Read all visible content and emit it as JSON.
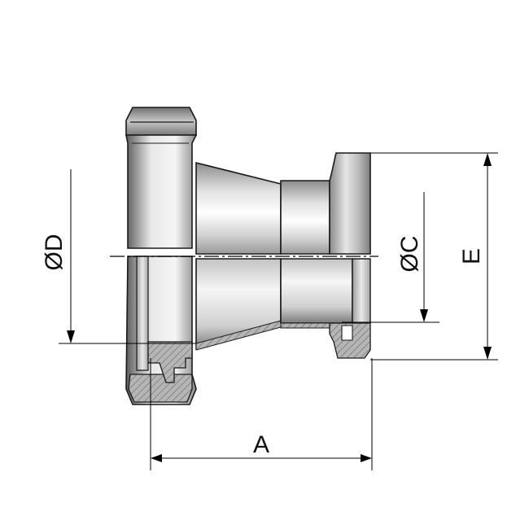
{
  "dimensions": {
    "a_label": "A",
    "c_label": "ØC",
    "d_label": "ØD",
    "e_label": "E"
  },
  "colors": {
    "outline": "#1a1a1a",
    "dimension_line": "#000000",
    "metal_light": "#f4f4f4",
    "metal_dark": "#6f6f6f"
  }
}
